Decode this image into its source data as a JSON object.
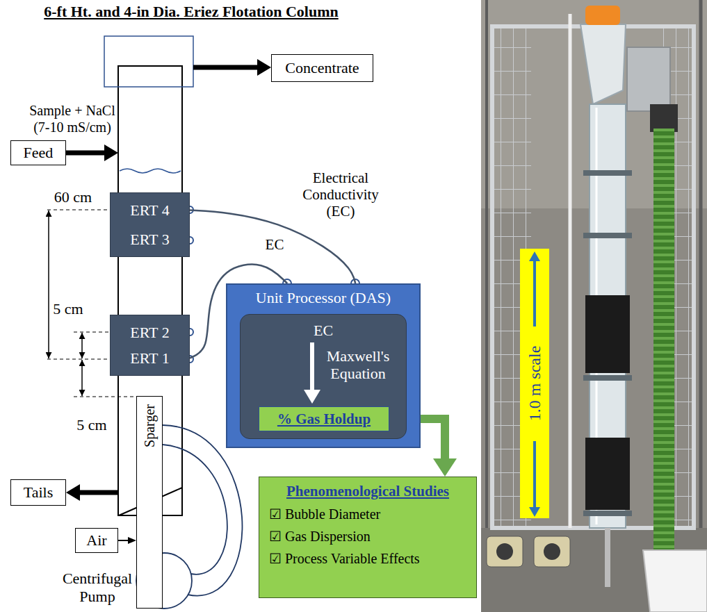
{
  "diagram": {
    "title": "6-ft Ht. and 4-in Dia. Eriez Flotation Column",
    "nodes": [
      {
        "text": [
          "Concentrate"
        ]
      },
      {
        "text": [
          "Feed"
        ]
      },
      {
        "text": [
          "ERT 4",
          "ERT 3"
        ]
      },
      {
        "text": [
          "ERT 2",
          "ERT 1"
        ]
      },
      {
        "text": [
          "Sparger"
        ]
      },
      {
        "text": [
          "Tails"
        ]
      },
      {
        "text": [
          "Air"
        ]
      },
      {
        "text": [
          "Unit Processor (DAS)"
        ]
      },
      {
        "text": [
          "EC",
          "Maxwell's Equation"
        ],
        "in": 7
      },
      {
        "text": [
          "% Gas Holdup"
        ],
        "in": 8
      },
      {
        "text": [
          "Phenomenological Studies",
          "☑ Bubble Diameter",
          "☑ Gas Dispersion",
          "☑ Process Variable Effects"
        ]
      }
    ],
    "edges": [
      {
        "from": 2,
        "to": 7,
        "arrow": "none",
        "label": "Electrical Conductivity (EC)"
      },
      {
        "from": 3,
        "to": 7,
        "arrow": "none",
        "label": "EC"
      },
      {
        "from": 6,
        "to": 4,
        "arrow": "to"
      },
      {
        "from": 9,
        "to": 10,
        "arrow": "to"
      }
    ],
    "labels": [
      "Sample + NaCl (7-10 mS/cm)",
      "60 cm",
      "5 cm",
      "5 cm",
      "Centrifugal Pump",
      "1.0 m scale"
    ]
  }
}
